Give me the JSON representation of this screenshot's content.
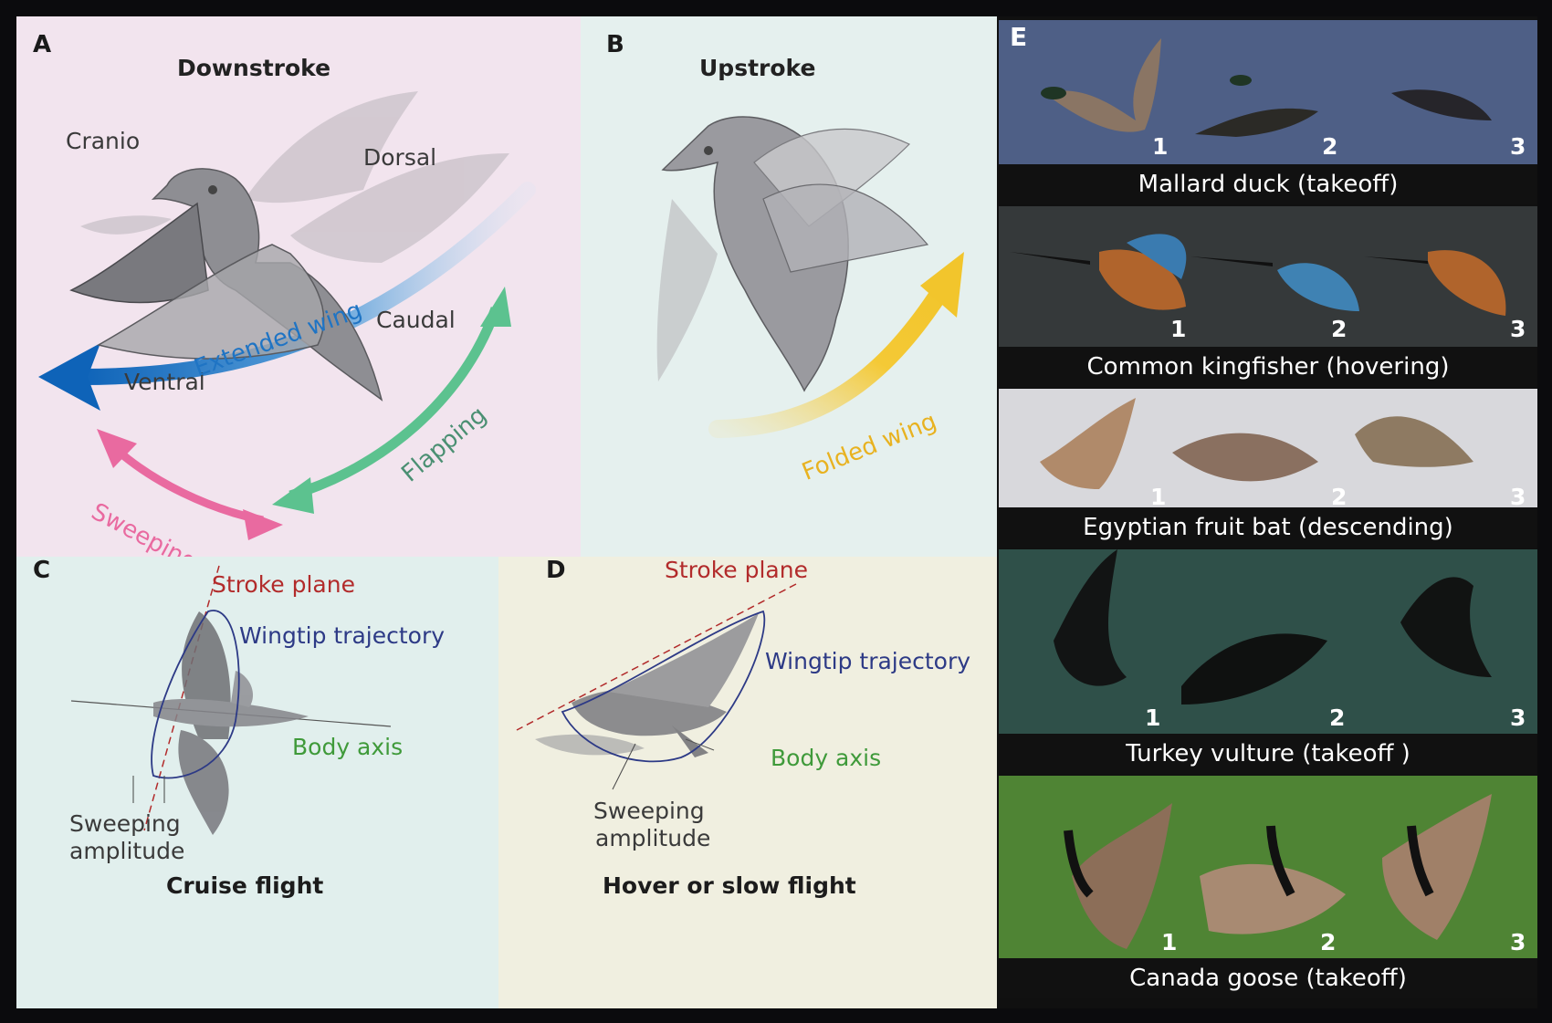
{
  "panels": {
    "a": {
      "letter": "A",
      "title": "Downstroke",
      "labels": {
        "cranio": "Cranio",
        "dorsal": "Dorsal",
        "caudal": "Caudal",
        "ventral": "Ventral",
        "extended_wing": "Extended wing",
        "flapping": "Flapping",
        "sweeping": "Sweeping"
      }
    },
    "b": {
      "letter": "B",
      "title": "Upstroke",
      "labels": {
        "folded_wing": "Folded wing"
      }
    },
    "c": {
      "letter": "C",
      "labels": {
        "stroke_plane": "Stroke plane",
        "wingtip_trajectory": "Wingtip trajectory",
        "body_axis": "Body axis",
        "sweeping_line1": "Sweeping",
        "sweeping_line2": "amplitude"
      },
      "caption": "Cruise flight"
    },
    "d": {
      "letter": "D",
      "labels": {
        "stroke_plane": "Stroke plane",
        "wingtip_trajectory": "Wingtip trajectory",
        "body_axis": "Body axis",
        "sweeping_line1": "Sweeping",
        "sweeping_line2": "amplitude"
      },
      "caption": "Hover or slow flight"
    },
    "e": {
      "letter": "E",
      "rows": [
        {
          "caption": "Mallard duck (takeoff)",
          "frames": [
            "1",
            "2",
            "3"
          ]
        },
        {
          "caption": "Common kingfisher (hovering)",
          "frames": [
            "1",
            "2",
            "3"
          ]
        },
        {
          "caption": "Egyptian fruit bat (descending)",
          "frames": [
            "1",
            "2",
            "3"
          ]
        },
        {
          "caption": "Turkey vulture (takeoff )",
          "frames": [
            "1",
            "2",
            "3"
          ]
        },
        {
          "caption": "Canada goose (takeoff)",
          "frames": [
            "1",
            "2",
            "3"
          ]
        }
      ]
    }
  },
  "colors": {
    "panel_a_bg": "#f2e4ee",
    "panel_b_bg": "#e5f0ee",
    "panel_c_bg": "#e1efed",
    "panel_d_bg": "#f0efe0",
    "extended_wing_blue": "#1f74c4",
    "flapping_green": "#5cc28f",
    "sweeping_pink": "#e96aa0",
    "folded_wing_yellow": "#f2c52c",
    "stroke_plane_red": "#b22b2b",
    "wingtip_navy": "#2d3a86",
    "body_axis_green": "#3f9a3a",
    "bird_gray": "#8c8c90"
  }
}
